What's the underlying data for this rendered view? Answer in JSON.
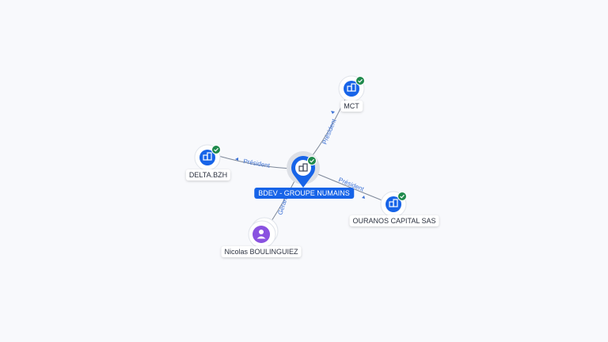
{
  "nodes": {
    "main": {
      "label": "BDEV - GROUPE NUMAINS",
      "icon": "building-icon",
      "verified": true
    },
    "mct": {
      "label": "MCT",
      "icon": "building-icon",
      "verified": true
    },
    "delta": {
      "label": "DELTA.BZH",
      "icon": "building-icon",
      "verified": true
    },
    "ouranos": {
      "label": "OURANOS CAPITAL SAS",
      "icon": "building-icon",
      "verified": true
    },
    "person": {
      "label": "Nicolas BOULINGUIEZ",
      "icon": "person-icon",
      "verified": false
    }
  },
  "edges": {
    "mct": "Président",
    "delta": "Président",
    "ouranos": "Président",
    "person": "Gérant"
  },
  "colors": {
    "primary": "#1764e8",
    "check": "#1f8a4c",
    "person": "#8a52e0",
    "edge_label": "#3e73d6"
  }
}
